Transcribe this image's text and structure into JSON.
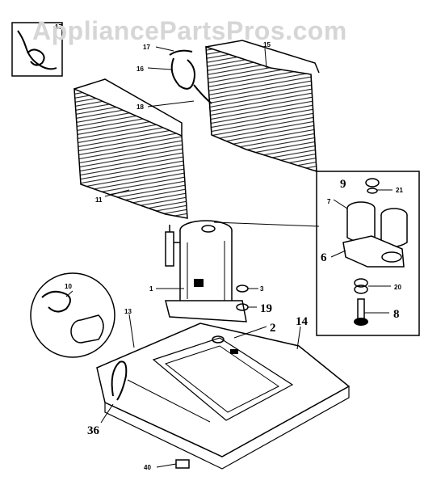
{
  "watermark": "AppliancePartsPros.com",
  "callouts": {
    "c1": "1",
    "c2": "2",
    "c3": "3",
    "c6": "6",
    "c7": "7",
    "c8": "8",
    "c9": "9",
    "c10": "10",
    "c11": "11",
    "c13": "13",
    "c14": "14",
    "c15": "15",
    "c16": "16",
    "c17": "17",
    "c18": "18",
    "c19": "19",
    "c20": "20",
    "c21": "21",
    "c36": "36",
    "c40": "40"
  }
}
